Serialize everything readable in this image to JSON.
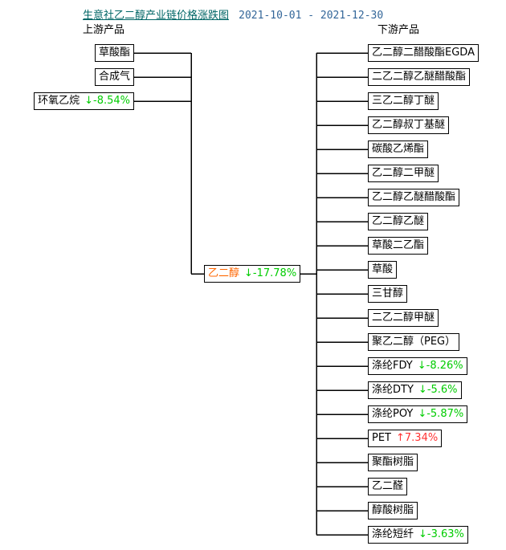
{
  "header": {
    "title": "生意社乙二醇产业链价格涨跌图",
    "date_range": "2021-10-01 - 2021-12-30",
    "upstream_label": "上游产品",
    "downstream_label": "下游产品"
  },
  "colors": {
    "title_teal": "#006666",
    "date_blue": "#336699",
    "fall_green": "#00cc00",
    "rise_red": "#ff3333",
    "center_orange": "#ff6600",
    "line_black": "#000000"
  },
  "icons": {
    "down_arrow": "↓",
    "up_arrow": "↑"
  },
  "diagram": {
    "center": {
      "label": "乙二醇",
      "change": "-17.78%",
      "direction": "down"
    },
    "upstream": [
      {
        "label": "草酸酯"
      },
      {
        "label": "合成气"
      },
      {
        "label": "环氧乙烷",
        "change": "-8.54%",
        "direction": "down"
      }
    ],
    "downstream": [
      {
        "label": "乙二醇二醋酸酯EGDA"
      },
      {
        "label": "二乙二醇乙醚醋酸酯"
      },
      {
        "label": "三乙二醇丁醚"
      },
      {
        "label": "乙二醇叔丁基醚"
      },
      {
        "label": "碳酸乙烯酯"
      },
      {
        "label": "乙二醇二甲醚"
      },
      {
        "label": "乙二醇乙醚醋酸酯"
      },
      {
        "label": "乙二醇乙醚"
      },
      {
        "label": "草酸二乙酯"
      },
      {
        "label": "草酸"
      },
      {
        "label": "三甘醇"
      },
      {
        "label": "二乙二醇甲醚"
      },
      {
        "label": "聚乙二醇（PEG）"
      },
      {
        "label": "涤纶FDY",
        "change": "-8.26%",
        "direction": "down"
      },
      {
        "label": "涤纶DTY",
        "change": "-5.6%",
        "direction": "down"
      },
      {
        "label": "涤纶POY",
        "change": "-5.87%",
        "direction": "down"
      },
      {
        "label": "PET",
        "change": "7.34%",
        "direction": "up"
      },
      {
        "label": "聚酯树脂"
      },
      {
        "label": "乙二醛"
      },
      {
        "label": "醇酸树脂"
      },
      {
        "label": "涤纶短纤",
        "change": "-3.63%",
        "direction": "down"
      }
    ]
  }
}
